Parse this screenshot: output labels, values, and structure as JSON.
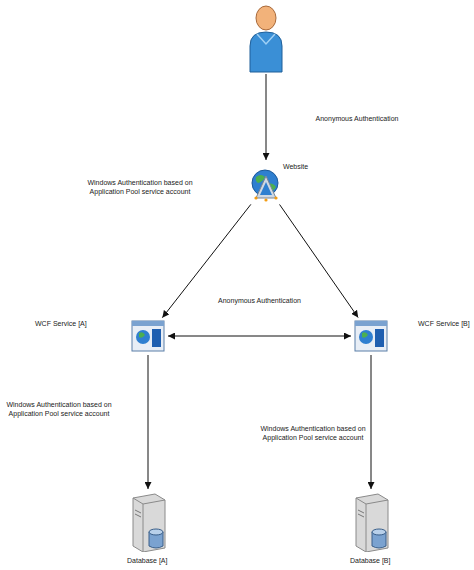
{
  "diagram": {
    "nodes": [
      {
        "text": [
          "Website"
        ]
      },
      {
        "text": [
          "WCF Service [A]"
        ]
      },
      {
        "text": [
          "WCF Service [B]"
        ]
      },
      {
        "text": [
          "Database [A]"
        ]
      },
      {
        "text": [
          "Database [B]"
        ]
      }
    ],
    "edges": [
      {
        "from": 0,
        "to": 1,
        "arrow": "to"
      },
      {
        "from": 0,
        "to": 2,
        "arrow": "to"
      },
      {
        "from": 1,
        "to": 2,
        "arrow": "both",
        "label": "Anonymous Authentication"
      },
      {
        "from": 1,
        "to": 3,
        "arrow": "to"
      },
      {
        "from": 2,
        "to": 4,
        "arrow": "to"
      }
    ],
    "labels": [
      "Anonymous Authentication",
      "Windows Authentication based on Application Pool service account",
      "Windows Authentication based on Application Pool service account",
      "Windows Authentication based on Application Pool service account"
    ]
  }
}
